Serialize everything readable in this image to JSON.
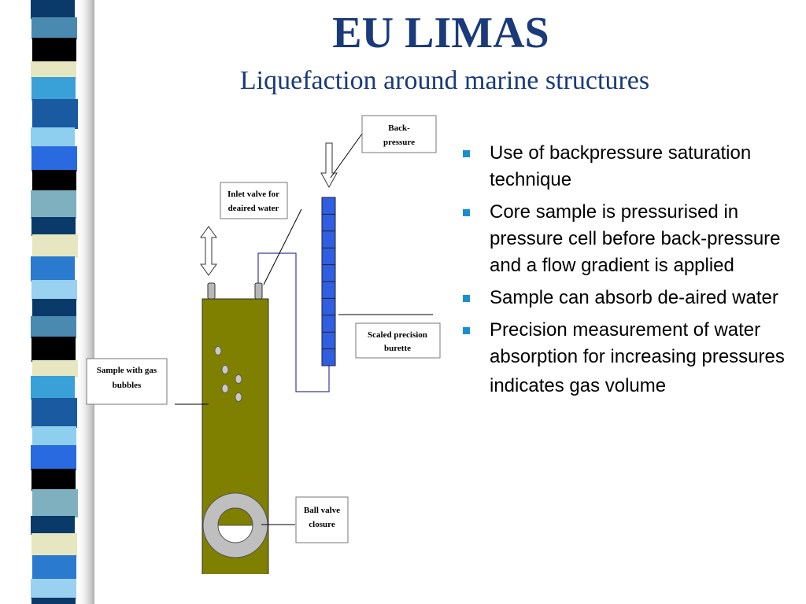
{
  "slide": {
    "title": "EU LIMAS",
    "subtitle": "Liquefaction around marine structures"
  },
  "diagram": {
    "labels": {
      "back_pressure_1": "Back-",
      "back_pressure_2": "pressure",
      "inlet_1": "Inlet valve for",
      "inlet_2": "deaired water",
      "sample_1": "Sample with gas",
      "sample_2": "bubbles",
      "burette_1": "Scaled precision",
      "burette_2": "burette",
      "ball_1": "Ball valve",
      "ball_2": "closure"
    },
    "colors": {
      "cell_fill": "#7f7f00",
      "burette_fill": "#2f5fe0",
      "valve_ring": "#bfbfbf",
      "tube_line": "#3a3aa0"
    }
  },
  "bullets": [
    "Use of backpressure saturation technique",
    "Core sample is pressurised in pressure cell before back-pressure and a flow gradient is applied",
    "Sample can absorb de-aired water",
    "Precision measurement of water absorption for increasing pressures",
    "indicates gas volume"
  ],
  "colors": {
    "title": "#1a3a7a",
    "bullet_marker": "#1a8fd0"
  }
}
